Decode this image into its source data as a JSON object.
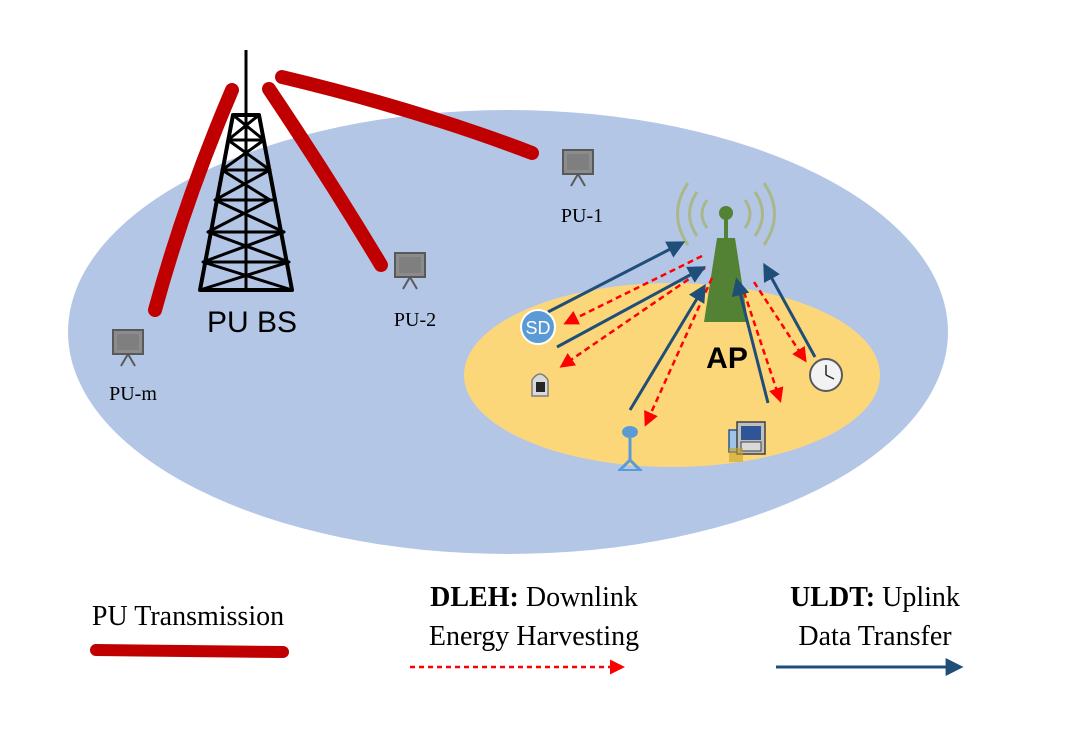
{
  "diagram": {
    "bs_label": "PU BS",
    "ap_label": "AP",
    "pu_labels": {
      "pu1": "PU-1",
      "pu2": "PU-2",
      "pum": "PU-m"
    },
    "sd_label": "SD"
  },
  "legend": {
    "pu_transmission": "PU Transmission",
    "dleh_bold": "DLEH:",
    "dleh_rest": " Downlink",
    "dleh_line2": "Energy Harvesting",
    "uldt_bold": "ULDT:",
    "uldt_rest": " Uplink",
    "uldt_line2": "Data Transfer"
  },
  "colors": {
    "outer_area": "#b4c6e6",
    "inner_area": "#fcd77a",
    "pu_beam": "#c00000",
    "downlink": "#ff0000",
    "uplink": "#1f4e79",
    "ap_green": "#548235"
  }
}
